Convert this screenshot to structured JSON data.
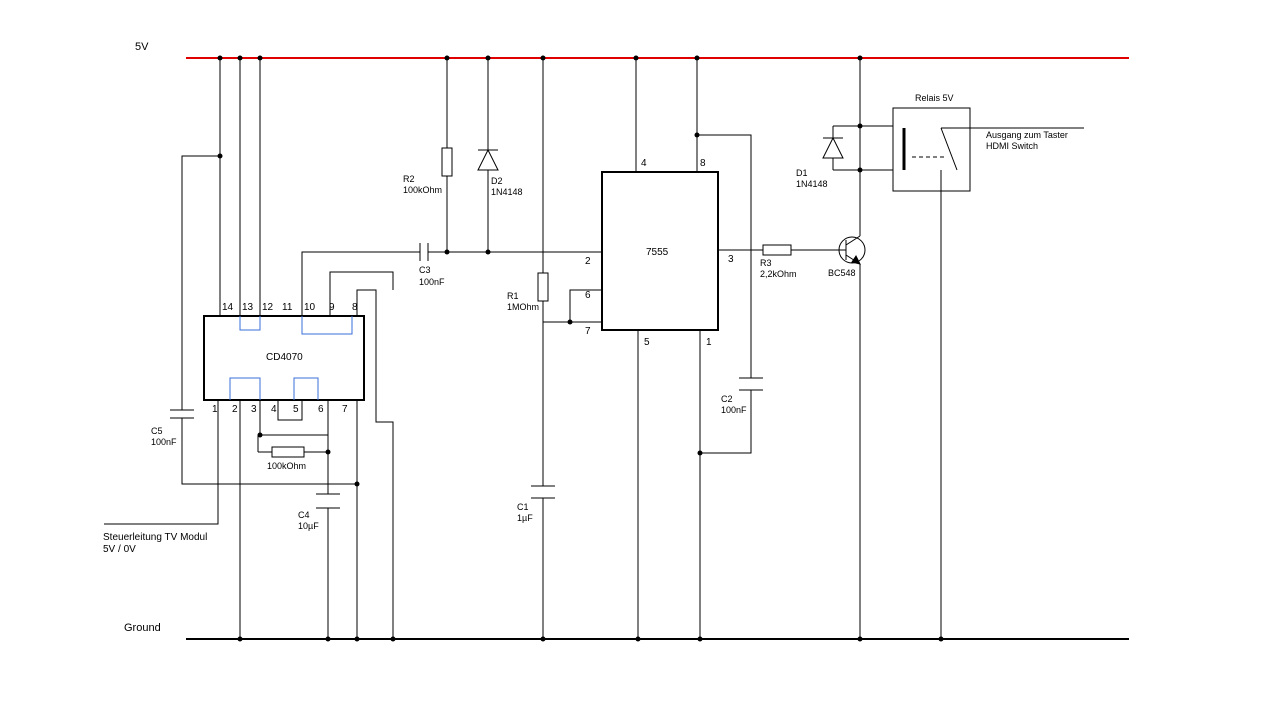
{
  "rails": {
    "vcc_label": "5V",
    "gnd_label": "Ground",
    "vcc_color": "#e00000",
    "gnd_color": "#000000",
    "wire_color": "#000000",
    "gate_wire_color": "#3a6fd8"
  },
  "ic_cd4070": {
    "name": "CD4070",
    "top_pins": [
      "14",
      "13",
      "12",
      "11",
      "10",
      "9",
      "8"
    ],
    "bottom_pins": [
      "1",
      "2",
      "3",
      "4",
      "5",
      "6",
      "7"
    ]
  },
  "ic_7555": {
    "name": "7555",
    "pins": {
      "p4": "4",
      "p8": "8",
      "p2": "2",
      "p6": "6",
      "p7": "7",
      "p3": "3",
      "p5": "5",
      "p1": "1"
    }
  },
  "components": {
    "r2": {
      "ref": "R2",
      "value": "100kOhm"
    },
    "d2": {
      "ref": "D2",
      "value": "1N4148"
    },
    "c3": {
      "ref": "C3",
      "value": "100nF"
    },
    "r1": {
      "ref": "R1",
      "value": "1MOhm"
    },
    "c1": {
      "ref": "C1",
      "value": "1µF"
    },
    "c2": {
      "ref": "C2",
      "value": "100nF"
    },
    "r3": {
      "ref": "R3",
      "value": "2,2kOhm"
    },
    "q1": {
      "value": "BC548"
    },
    "d1": {
      "ref": "D1",
      "value": "1N4148"
    },
    "c5": {
      "ref": "C5",
      "value": "100nF"
    },
    "c4": {
      "ref": "C4",
      "value": "10µF"
    },
    "r_gate": {
      "value": "100kOhm"
    }
  },
  "relay": {
    "name": "Relais 5V",
    "output_line1": "Ausgang zum Taster",
    "output_line2": "HDMI Switch"
  },
  "control_line": {
    "line1": "Steuerleitung TV Modul",
    "line2": "5V / 0V"
  }
}
